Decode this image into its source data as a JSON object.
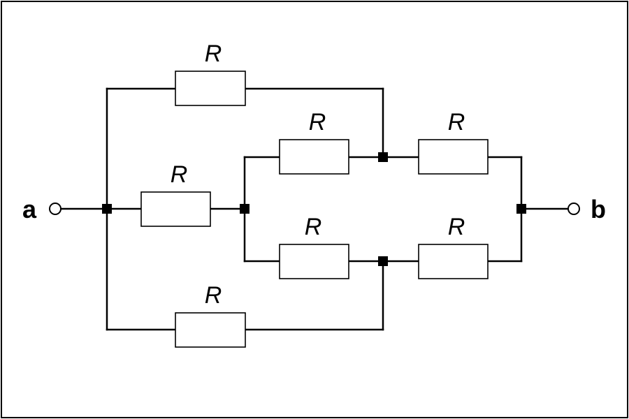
{
  "resistor_label": "R",
  "resistor_labels": [
    "R",
    "R",
    "R",
    "R",
    "R",
    "R",
    "R"
  ],
  "terminals": {
    "left": "a",
    "right": "b"
  }
}
